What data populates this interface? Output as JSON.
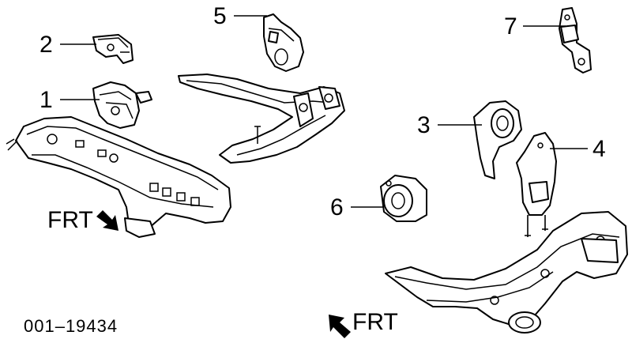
{
  "callouts": {
    "c1": "1",
    "c2": "2",
    "c3": "3",
    "c4": "4",
    "c5": "5",
    "c6": "6",
    "c7": "7"
  },
  "front_left_label": "FRT",
  "front_right_label": "FRT",
  "diagram_code": "001–19434",
  "icons": {
    "front_left_arrow": "arrow-down-right-icon",
    "front_right_arrow": "arrow-up-left-icon"
  }
}
